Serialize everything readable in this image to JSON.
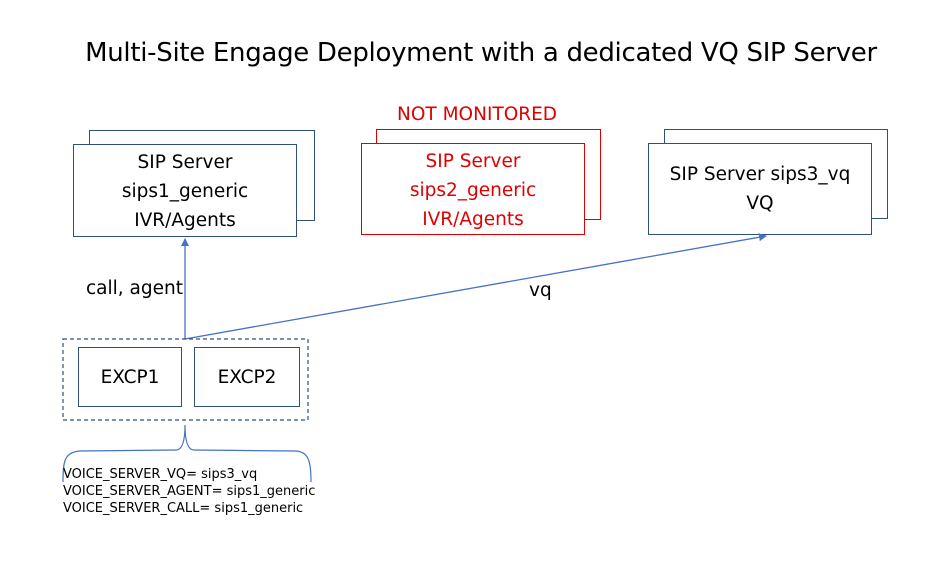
{
  "title": "Multi-Site Engage Deployment with a dedicated VQ SIP Server",
  "servers": [
    {
      "lines": [
        "SIP Server",
        "sips1_generic",
        "IVR/Agents"
      ],
      "status": "monitored",
      "color": "#2f4f7f"
    },
    {
      "lines": [
        "SIP Server",
        "sips2_generic",
        "IVR/Agents"
      ],
      "status": "not-monitored",
      "badge": "NOT MONITORED",
      "color": "#e00000"
    },
    {
      "lines": [
        "SIP Server sips3_vq",
        "VQ"
      ],
      "status": "monitored",
      "color": "#2f4f7f"
    }
  ],
  "edges": [
    {
      "label": "call, agent",
      "from": "EXCP group",
      "to": "sips1_generic"
    },
    {
      "label": "vq",
      "from": "EXCP group",
      "to": "sips3_vq"
    }
  ],
  "excp_nodes": [
    "EXCP1",
    "EXCP2"
  ],
  "config_lines": [
    "VOICE_SERVER_VQ= sips3_vq",
    "VOICE_SERVER_AGENT= sips1_generic",
    "VOICE_SERVER_CALL= sips1_generic"
  ],
  "colors": {
    "line": "#4472c4",
    "box_border": "#2f4f7f",
    "alert": "#e00000"
  }
}
